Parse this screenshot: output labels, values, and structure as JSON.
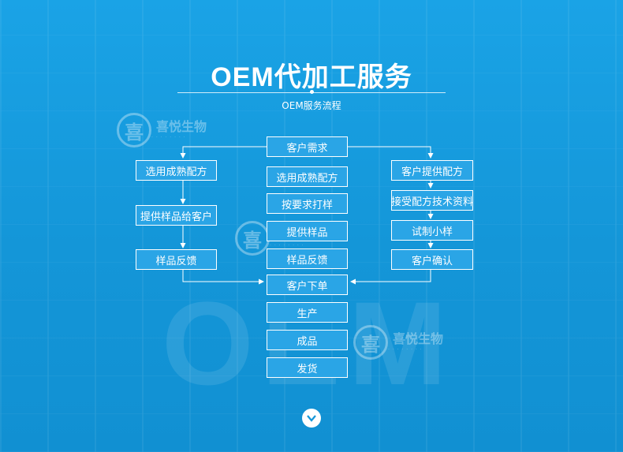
{
  "title": "OEM代加工服务",
  "subtitle": "OEM服务流程",
  "watermark": "OEM",
  "logo": {
    "name": "喜悦生物",
    "glyph": "喜"
  },
  "center_steps": [
    "客户需求",
    "选用成熟配方",
    "按要求打样",
    "提供样品",
    "样品反馈",
    "客户下单",
    "生产",
    "成品",
    "发货"
  ],
  "left_steps": [
    "选用成熟配方",
    "提供样品给客户",
    "样品反馈"
  ],
  "right_steps": [
    "客户提供配方",
    "接受配方技术资料",
    "试制小样",
    "客户确认"
  ],
  "colors": {
    "background": "#1aa3e6",
    "box_fill": "#2aa5e6",
    "line": "#ffffff"
  },
  "icons": {
    "scroll_down": "chevron-down-icon"
  }
}
